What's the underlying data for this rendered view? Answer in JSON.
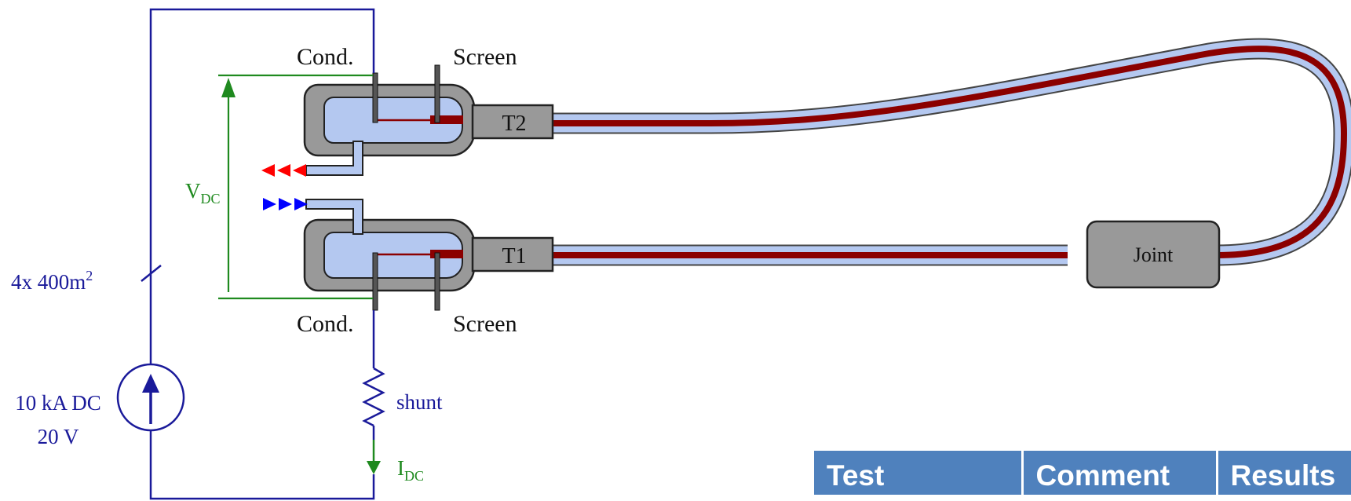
{
  "diagram": {
    "labels": {
      "cond_top": "Cond.",
      "screen_top": "Screen",
      "cond_bottom": "Cond.",
      "screen_bottom": "Screen",
      "terminal_top": "T2",
      "terminal_bottom": "T1",
      "joint": "Joint",
      "vdc_main": "V",
      "vdc_sub": "DC",
      "cable_main": "4x 400m",
      "cable_sup": "2",
      "source_line1": "10 kA DC",
      "source_line2": "20 V",
      "shunt": "shunt",
      "idc_main": "I",
      "idc_sub": "DC"
    },
    "colors": {
      "circuit": "#1a1a9a",
      "measurement": "#1f8a1f",
      "conductor": "#8b0000",
      "insulation": "#b4c8f0",
      "housing": "#999999",
      "flow_out": "#ff0000",
      "flow_in": "#0000ff"
    }
  },
  "table": {
    "headers": [
      "Test",
      "Comment",
      "Results"
    ]
  }
}
